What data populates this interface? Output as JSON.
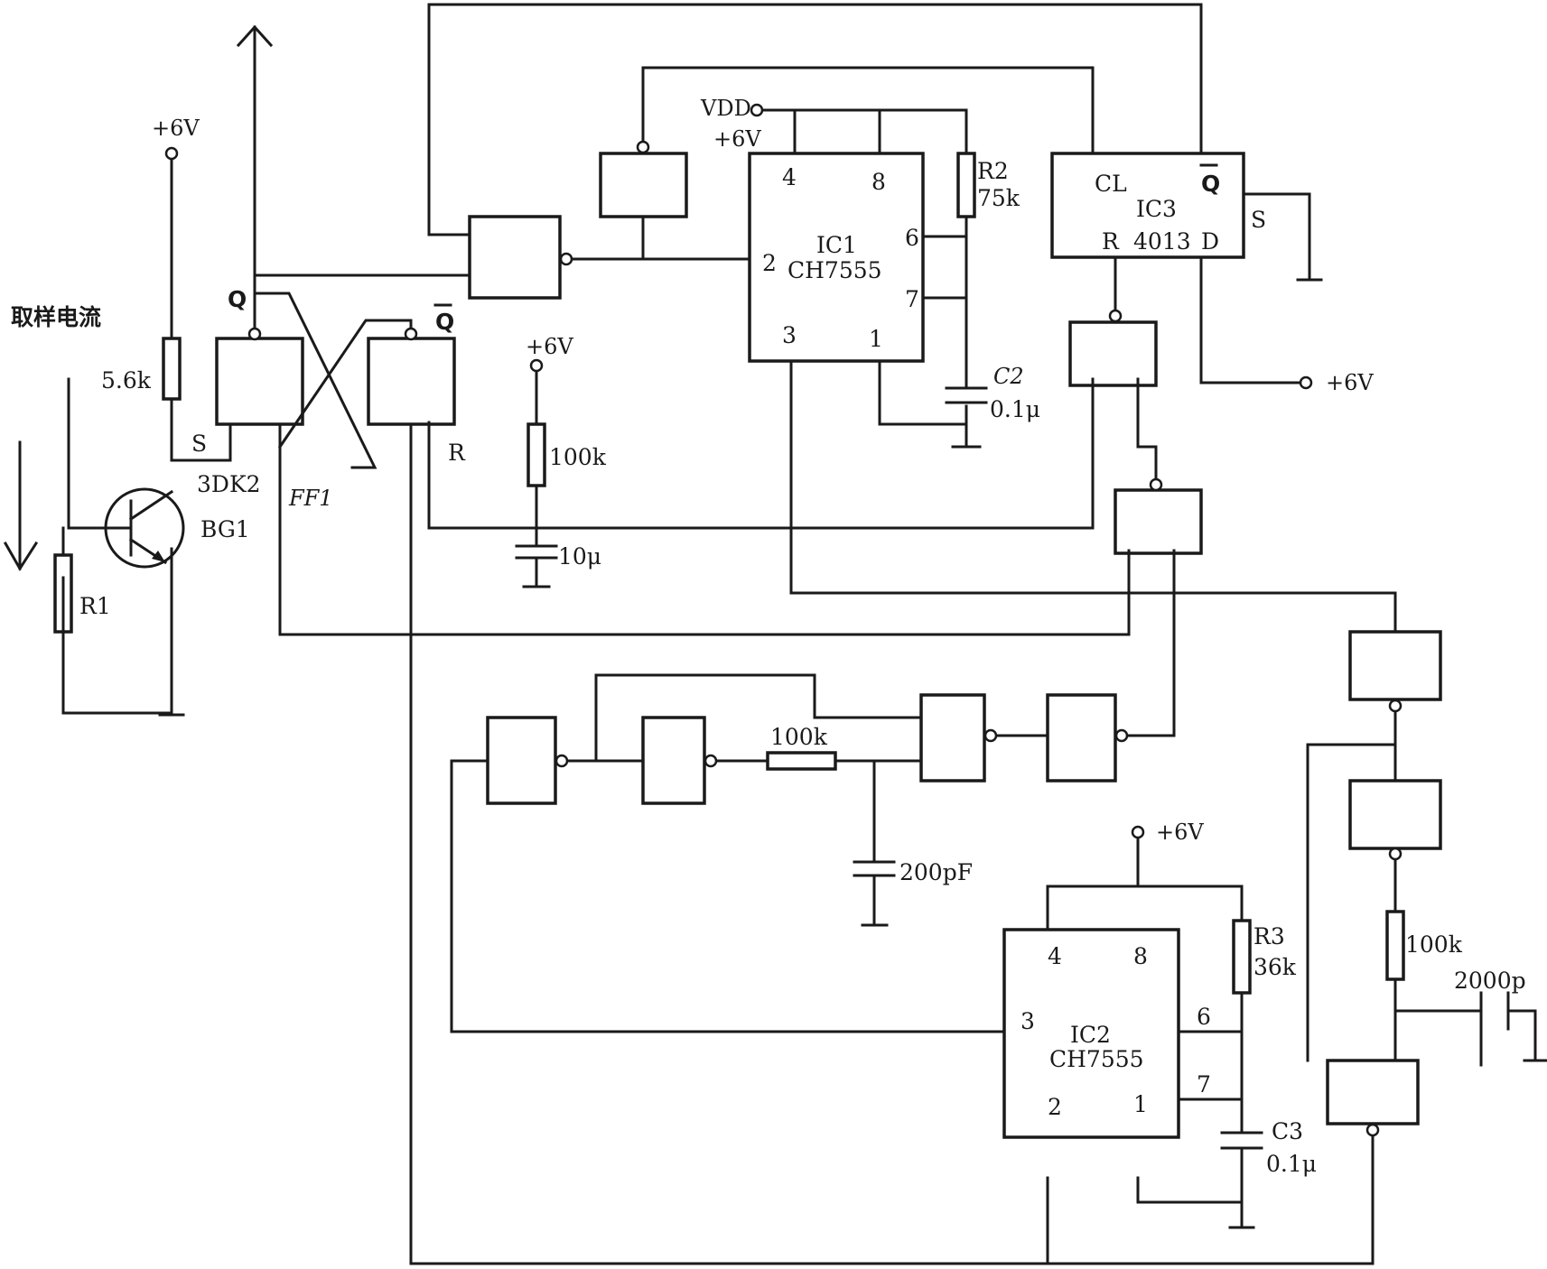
{
  "labels": {
    "sampling_current": "取样电流",
    "plus6v": "+6V",
    "vdd": "VDD",
    "r_5k6": "5.6k",
    "r1": "R1",
    "s": "S",
    "r": "R",
    "q": "Q",
    "qbar": "Q",
    "transistor_type": "3DK2",
    "transistor_ref": "BG1",
    "ff1": "FF1",
    "r_100k": "100k",
    "c_10u": "10μ",
    "r2": "R2",
    "r2_value": "75k",
    "c2": "C2",
    "c2_value": "0.1μ",
    "ic1": "IC1",
    "ic1_type": "CH7555",
    "ic3": "IC3",
    "ic3_type": "4013",
    "ic3_cl": "CL",
    "ic3_r": "R",
    "ic3_d": "D",
    "ic3_q": "Q",
    "ic3_s": "S",
    "c_200pf": "200pF",
    "r3": "R3",
    "r3_value": "36k",
    "c3": "C3",
    "c3_value": "0.1μ",
    "ic2": "IC2",
    "ic2_type": "CH7555",
    "c_2000p": "2000p",
    "pin4": "4",
    "pin8": "8",
    "pin6": "6",
    "pin7": "7",
    "pin2": "2",
    "pin3": "3",
    "pin1": "1"
  }
}
